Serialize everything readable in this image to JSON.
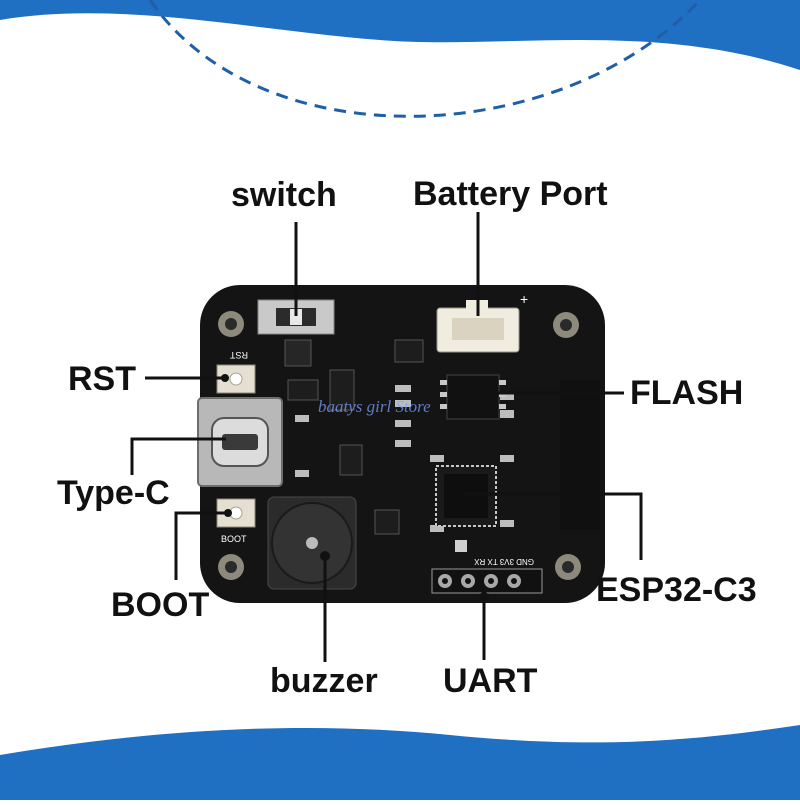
{
  "labels": {
    "switch": "switch",
    "battery_port": "Battery Port",
    "rst": "RST",
    "flash": "FLASH",
    "type_c": "Type-C",
    "esp32": "ESP32-C3",
    "boot": "BOOT",
    "buzzer": "buzzer",
    "uart": "UART"
  },
  "board_silkscreen": {
    "rst": "RST",
    "boot": "BOOT",
    "uart_pins": "GND 3V3 TX RX",
    "battery_plus": "+"
  },
  "watermark": "baatys girl Store",
  "colors": {
    "accent_blue": "#1f6fc2",
    "board": "#141414",
    "leader": "#111111"
  }
}
